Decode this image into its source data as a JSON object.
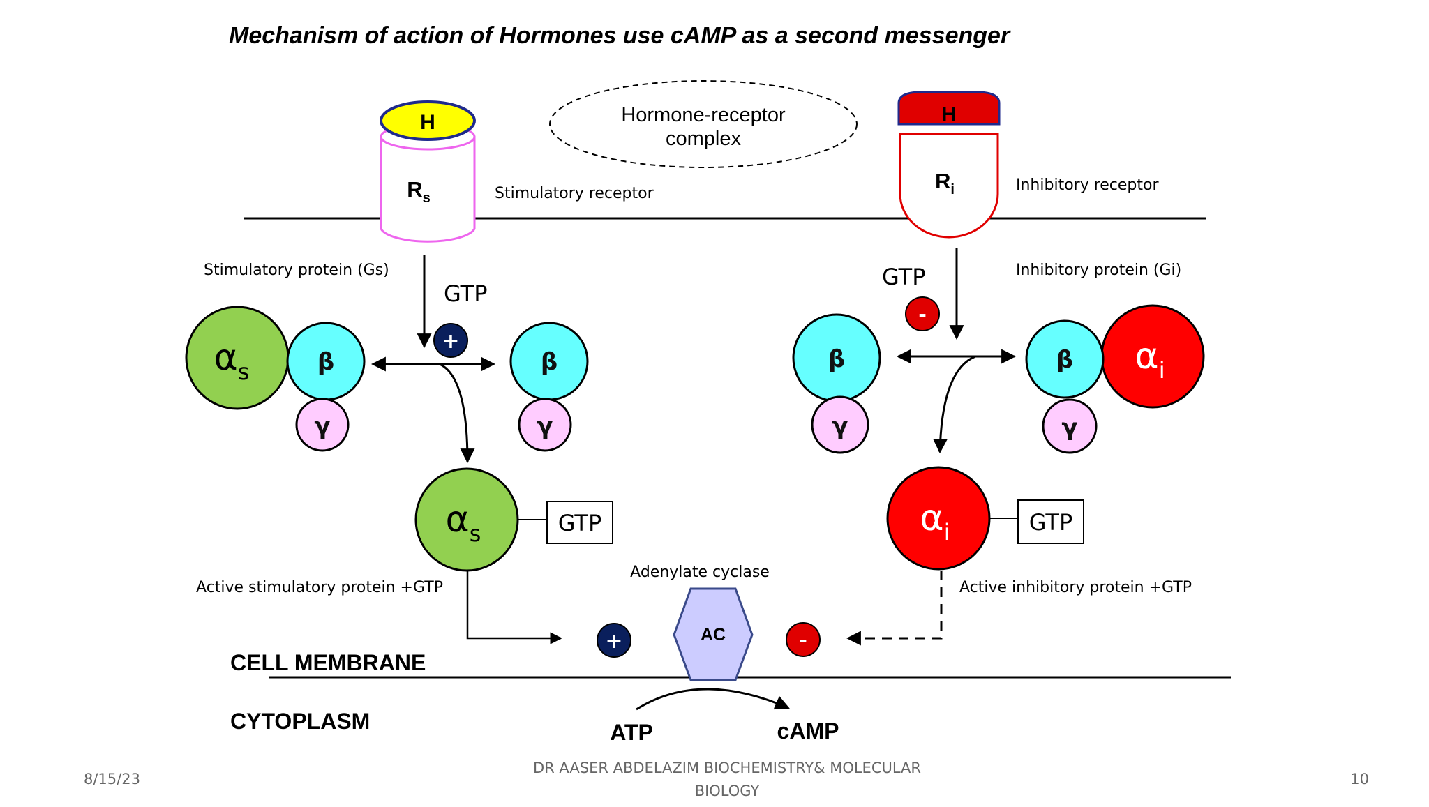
{
  "title": "Mechanism of action of Hormones use cAMP as a second messenger",
  "complex_label_line1": "Hormone-receptor",
  "complex_label_line2": "complex",
  "stim": {
    "hormone": "H",
    "receptor": "R",
    "receptor_sub": "s",
    "receptor_label": "Stimulatory receptor",
    "protein_label": "Stimulatory protein (Gs)",
    "gtp": "GTP",
    "plus": "+",
    "alpha": "α",
    "alpha_sub": "s",
    "beta": "β",
    "gamma": "γ",
    "active_gtp": "GTP",
    "active_label": "Active stimulatory protein +GTP"
  },
  "inhib": {
    "hormone": "H",
    "receptor": "R",
    "receptor_sub": "i",
    "receptor_label": "Inhibitory receptor",
    "protein_label": "Inhibitory protein (Gi)",
    "gtp": "GTP",
    "minus": "-",
    "alpha": "α",
    "alpha_sub": "i",
    "beta": "β",
    "gamma": "γ",
    "active_gtp": "GTP",
    "active_label": "Active inhibitory protein +GTP"
  },
  "ac": {
    "label": "Adenylate cyclase",
    "abbr": "AC",
    "plus": "+",
    "minus": "-"
  },
  "cell_membrane": "CELL MEMBRANE",
  "cytoplasm": "CYTOPLASM",
  "atp": "ATP",
  "camp": "cAMP",
  "footer": {
    "date": "8/15/23",
    "author_line1": "DR AASER ABDELAZIM  BIOCHEMISTRY& MOLECULAR",
    "author_line2": "BIOLOGY",
    "page": "10"
  },
  "colors": {
    "alpha_s": "#92d050",
    "alpha_i": "#ff0000",
    "beta": "#66ffff",
    "gamma": "#ffccff",
    "hormone_s": "#ffff00",
    "hormone_i": "#e00000",
    "receptor_s_stroke": "#ee66ee",
    "receptor_i_stroke": "#e00000",
    "plus_circle": "#0a1f5c",
    "minus_circle": "#e00000",
    "ac_fill": "#ccccff"
  }
}
